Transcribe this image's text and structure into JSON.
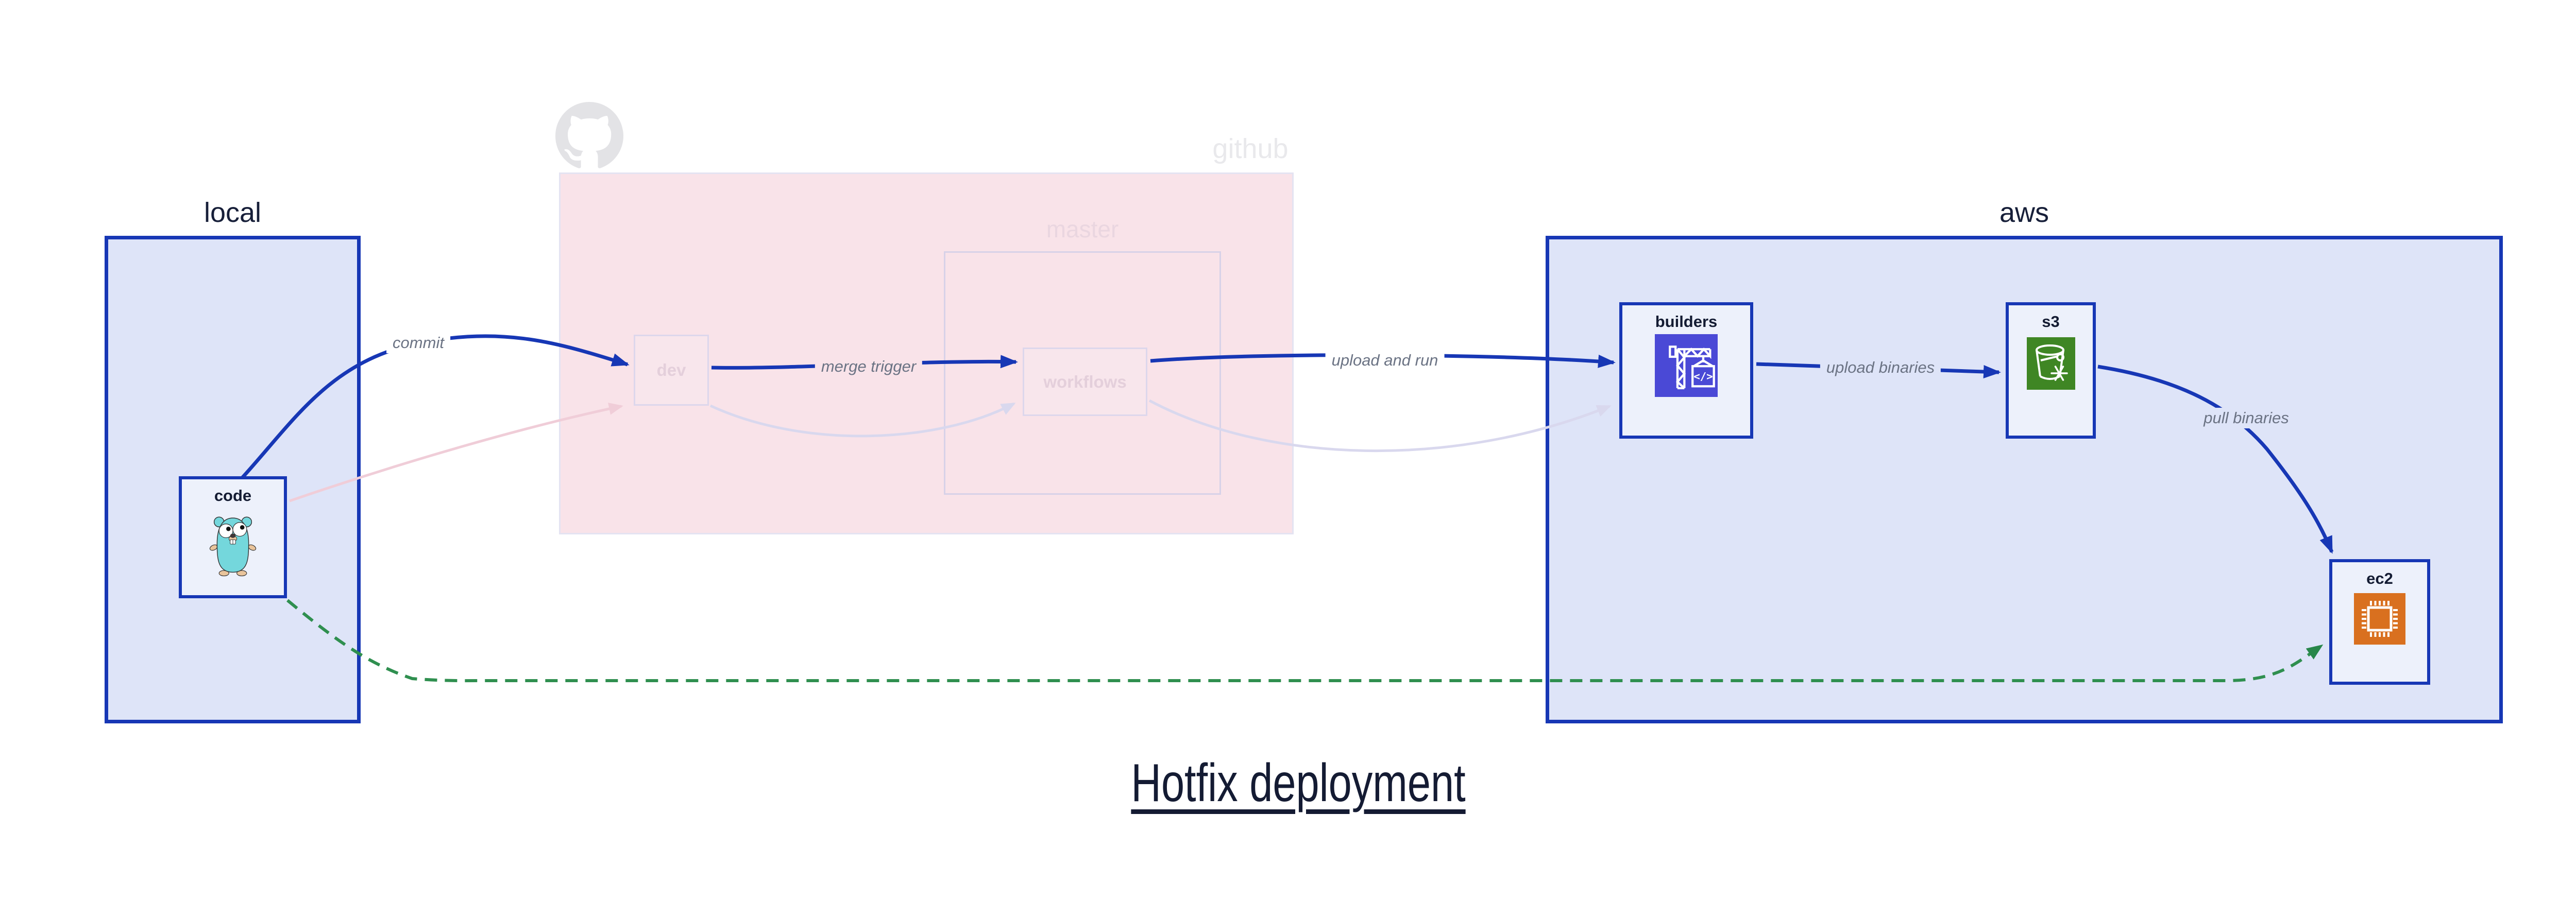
{
  "title": "Hotfix deployment",
  "groups": {
    "local": {
      "label": "local"
    },
    "github": {
      "label": "github"
    },
    "master": {
      "label": "master"
    },
    "aws": {
      "label": "aws"
    }
  },
  "nodes": {
    "code": {
      "label": "code",
      "icon": "go-gopher-icon"
    },
    "dev": {
      "label": "dev"
    },
    "workflows": {
      "label": "workflows"
    },
    "builders": {
      "label": "builders",
      "icon": "codebuild-crane-icon",
      "icon_text": "</>"
    },
    "s3": {
      "label": "s3",
      "icon": "s3-glacier-bucket-icon"
    },
    "ec2": {
      "label": "ec2",
      "icon": "ec2-chip-icon"
    }
  },
  "edges": {
    "commit": {
      "label": "commit"
    },
    "merge_trigger": {
      "label": "merge trigger"
    },
    "upload_and_run": {
      "label": "upload and run"
    },
    "upload_binaries": {
      "label": "upload binaries"
    },
    "pull_binaries": {
      "label": "pull binaries"
    }
  },
  "colors": {
    "accent_blue": "#1737b5",
    "container_fill": "#dee4f8",
    "node_fill": "#edf1fb",
    "github_fill": "#f9e3e9",
    "hotfix_green": "#2f8f4f",
    "faded_pink_edge": "#f0cdd8",
    "faded_lavender_edge": "#d9d8ee",
    "codebuild_indigo": "#4a49d6",
    "s3_green": "#3f8624",
    "ec2_orange": "#d9701f",
    "title_navy": "#141b33"
  }
}
